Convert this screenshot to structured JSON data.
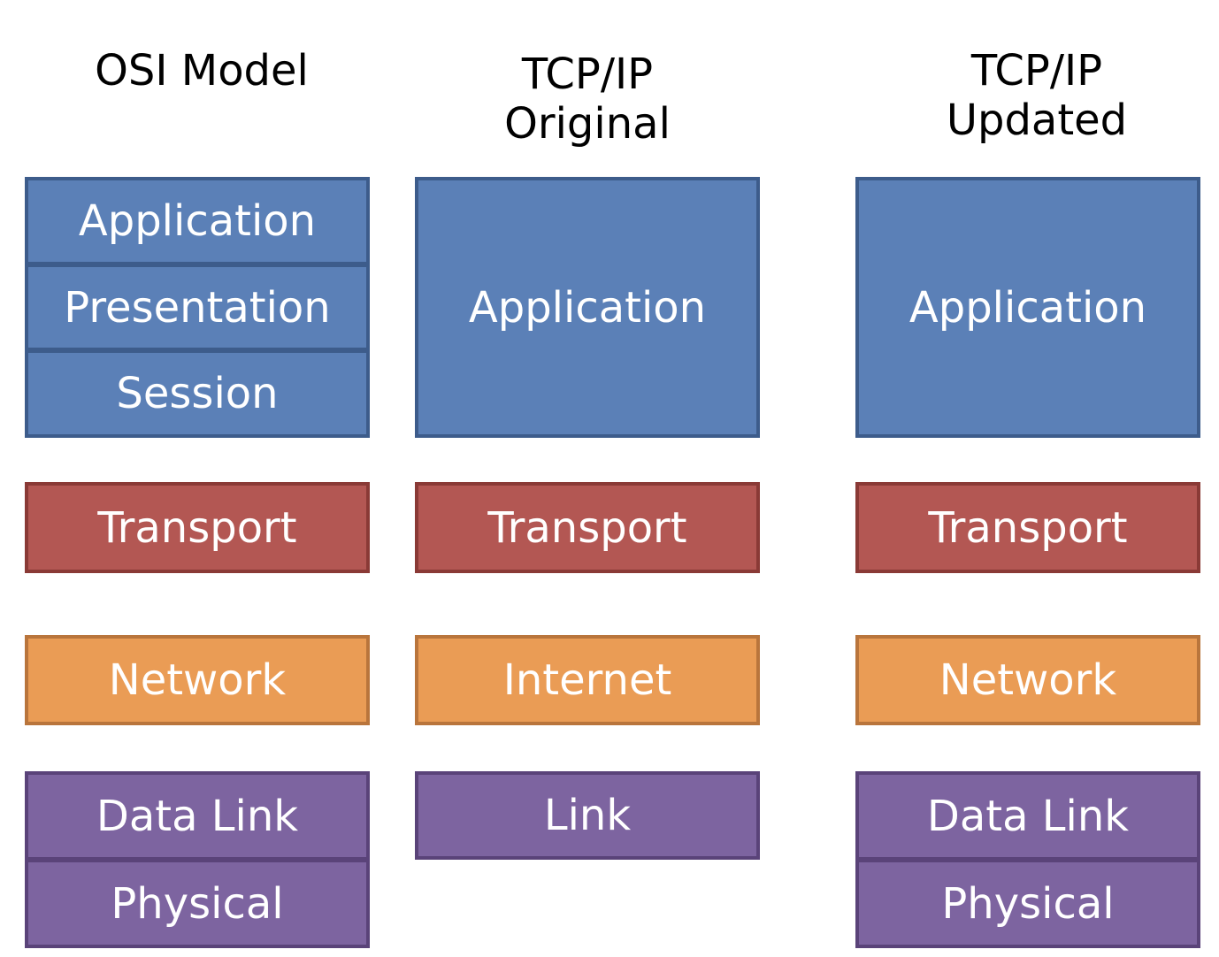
{
  "colors": {
    "application": "#5b80b7",
    "transport": "#b35753",
    "network": "#ea9c55",
    "link": "#7d64a0"
  },
  "columns": [
    {
      "heading": [
        "OSI Model"
      ],
      "application": [
        "Application",
        "Presentation",
        "Session"
      ],
      "transport": [
        "Transport"
      ],
      "network": [
        "Network"
      ],
      "link": [
        "Data Link",
        "Physical"
      ]
    },
    {
      "heading": [
        "TCP/IP",
        "Original"
      ],
      "application": [
        "Application"
      ],
      "transport": [
        "Transport"
      ],
      "network": [
        "Internet"
      ],
      "link": [
        "Link"
      ]
    },
    {
      "heading": [
        "TCP/IP",
        "Updated"
      ],
      "application": [
        "Application"
      ],
      "transport": [
        "Transport"
      ],
      "network": [
        "Network"
      ],
      "link": [
        "Data Link",
        "Physical"
      ]
    }
  ]
}
